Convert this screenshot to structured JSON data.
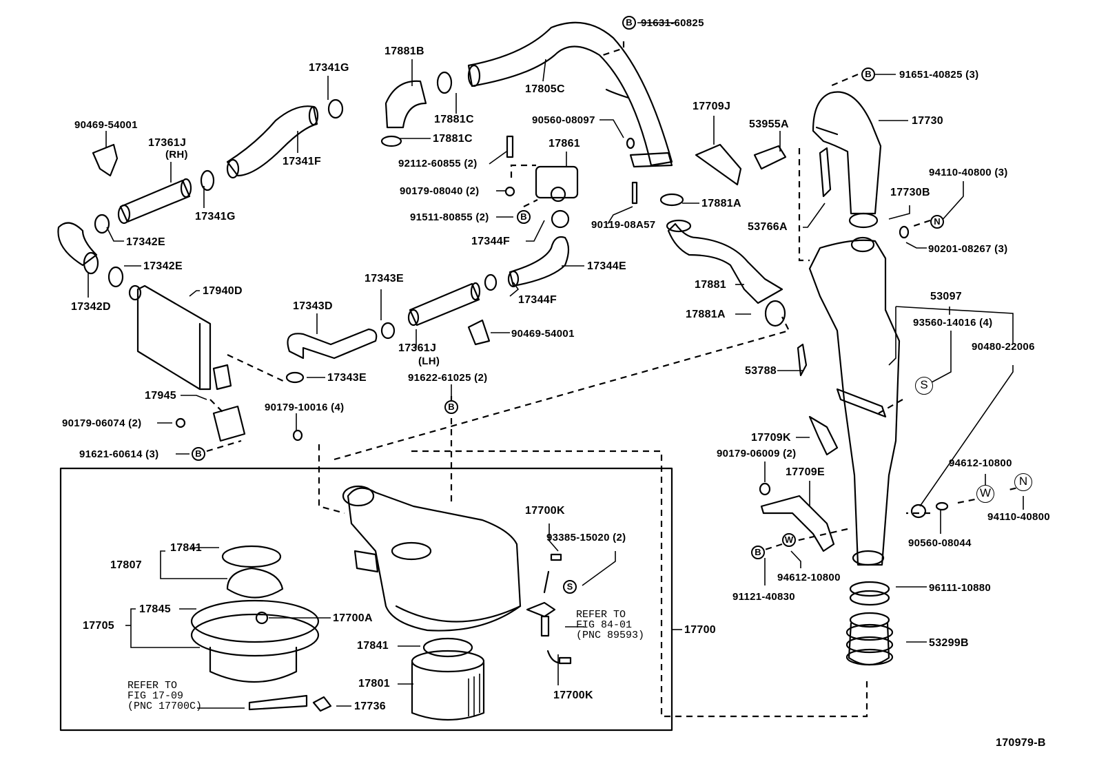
{
  "diagram": {
    "title": "Air intake / intercooler parts diagram",
    "figure_id": "170979-B",
    "labels": {
      "p17881B": "17881B",
      "p17805C": "17805C",
      "p91631_60825": "91631-60825",
      "p17341G_top": "17341G",
      "p90469_54001_top": "90469-54001",
      "p17361J_rh": "17361J",
      "rh": "(RH)",
      "p17341F": "17341F",
      "p17341G_mid": "17341G",
      "p17342E_a": "17342E",
      "p17342E_b": "17342E",
      "p17342D": "17342D",
      "p17940D": "17940D",
      "p17881C_a": "17881C",
      "p17881C_b": "17881C",
      "p92112_60855": "92112-60855 (2)",
      "p17861": "17861",
      "p90179_08040": "90179-08040 (2)",
      "p91511_80855": "91511-80855 (2)",
      "p17344F_a": "17344F",
      "p90560_08097": "90560-08097",
      "p17709J": "17709J",
      "p53955A": "53955A",
      "p17881A_a": "17881A",
      "p90119_08A57": "90119-08A57",
      "p17344E": "17344E",
      "p17344F_b": "17344F",
      "p17343E_a": "17343E",
      "p17343D": "17343D",
      "p17361J_lh": "17361J",
      "lh": "(LH)",
      "p90469_54001_mid": "90469-54001",
      "p17343E_b": "17343E",
      "p91622_61025": "91622-61025 (2)",
      "p17945": "17945",
      "p90179_06074": "90179-06074 (2)",
      "p91621_60614": "91621-60614 (3)",
      "p90179_10016": "90179-10016 (4)",
      "p17881": "17881",
      "p17881A_b": "17881A",
      "p53788": "53788",
      "p91651_40825": "91651-40825 (3)",
      "p17730": "17730",
      "p94110_40800_3": "94110-40800 (3)",
      "p17730B": "17730B",
      "p53766A": "53766A",
      "p90201_08267": "90201-08267 (3)",
      "p53097": "53097",
      "p93560_14016": "93560-14016 (4)",
      "p90480_22006": "90480-22006",
      "p17709K": "17709K",
      "p90179_06009": "90179-06009 (2)",
      "p17709E": "17709E",
      "p94612_10800_a": "94612-10800",
      "p94110_40800": "94110-40800",
      "p90560_08044": "90560-08044",
      "p94612_10800_b": "94612-10800",
      "p91121_40830": "91121-40830",
      "p96111_10880": "96111-10880",
      "p53299B": "53299B",
      "p17700K_a": "17700K",
      "p93385_15020": "93385-15020 (2)",
      "p17700": "17700",
      "p17841_a": "17841",
      "p17807": "17807",
      "p17845": "17845",
      "p17705": "17705",
      "p17700A": "17700A",
      "p17841_b": "17841",
      "p17801": "17801",
      "p17736": "17736",
      "p17700K_b": "17700K"
    },
    "notes": {
      "refer_1709": "REFER TO\nFIG 17-09\n(PNC 17700C)",
      "refer_8401": "REFER TO\nFIG 84-01\n(PNC 89593)"
    },
    "symbols": {
      "bolt": "B",
      "nut": "N",
      "screw": "S",
      "washer": "W"
    }
  }
}
